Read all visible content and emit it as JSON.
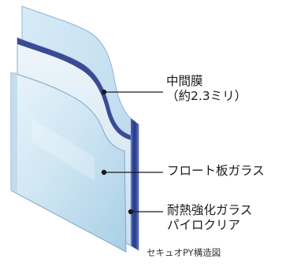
{
  "labels": {
    "interlayer": {
      "line1": "中間膜",
      "line2": "（約2.3ミリ）"
    },
    "float_glass": "フロート板ガラス",
    "fireproof_glass": {
      "line1": "耐熱強化ガラス",
      "line2": "パイロクリア"
    }
  },
  "caption": "セキュオPY構造図",
  "colors": {
    "glass_face": "#cfe6f3",
    "glass_edge": "#2f3f8f",
    "interlayer_edge": "#9bb8d6",
    "leader_line": "#1a1a1a"
  }
}
